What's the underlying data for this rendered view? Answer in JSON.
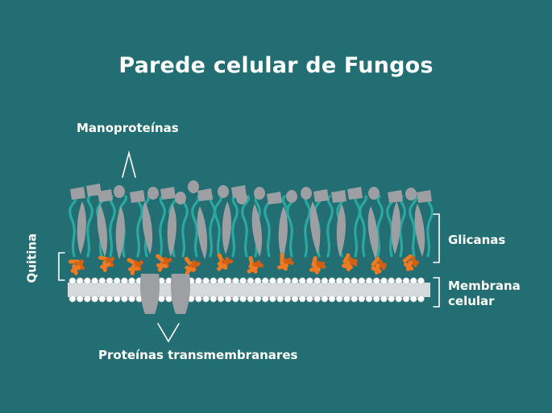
{
  "title": "Parede celular de Fungos",
  "labels": {
    "manoproteinas": "Manoproteínas",
    "glicanas": "Glicanas",
    "membrana": "Membrana celular",
    "quitina": "Quitina",
    "proteinas": "Proteínas transmembranares"
  },
  "colors": {
    "background": "#236e72",
    "protein": "#9d9fa3",
    "glucan": "#2ba8a0",
    "chitin": "#f07a22",
    "chitin_dark": "#d35f12",
    "lipid_head": "#ffffff"
  }
}
